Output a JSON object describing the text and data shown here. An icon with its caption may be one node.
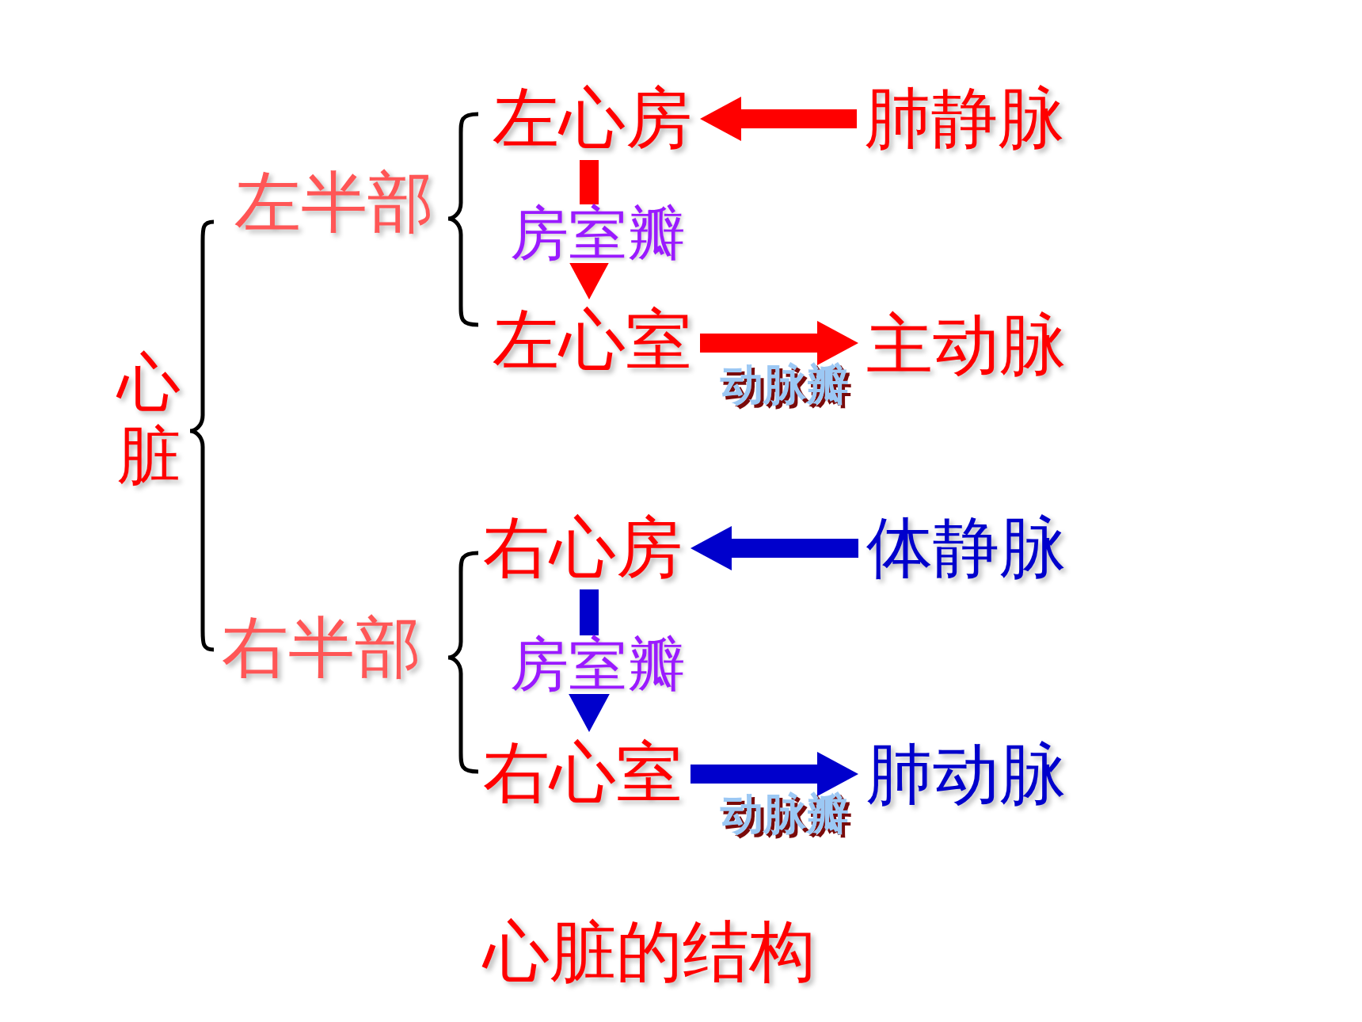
{
  "diagram": {
    "caption": "心脏的结构",
    "nodes": [
      {
        "text": [
          "心脏"
        ]
      },
      {
        "text": [
          "左半部"
        ]
      },
      {
        "text": [
          "左心房"
        ]
      },
      {
        "text": [
          "左心室"
        ]
      },
      {
        "text": [
          "肺静脉"
        ]
      },
      {
        "text": [
          "主动脉"
        ]
      },
      {
        "text": [
          "右半部"
        ]
      },
      {
        "text": [
          "右心房"
        ]
      },
      {
        "text": [
          "右心室"
        ]
      },
      {
        "text": [
          "体静脉"
        ]
      },
      {
        "text": [
          "肺动脉"
        ]
      }
    ],
    "edges": [
      {
        "from": 4,
        "to": 2,
        "arrow": "to",
        "color": "#ff0000"
      },
      {
        "from": 2,
        "to": 3,
        "arrow": "to",
        "label": "房室瓣",
        "color": "#ff0000"
      },
      {
        "from": 3,
        "to": 5,
        "arrow": "to",
        "label": "动脉瓣",
        "color": "#ff0000"
      },
      {
        "from": 9,
        "to": 7,
        "arrow": "to",
        "color": "#0000cc"
      },
      {
        "from": 7,
        "to": 8,
        "arrow": "to",
        "label": "房室瓣",
        "color": "#0000cc"
      },
      {
        "from": 8,
        "to": 10,
        "arrow": "to",
        "label": "动脉瓣",
        "color": "#0000cc"
      }
    ]
  }
}
